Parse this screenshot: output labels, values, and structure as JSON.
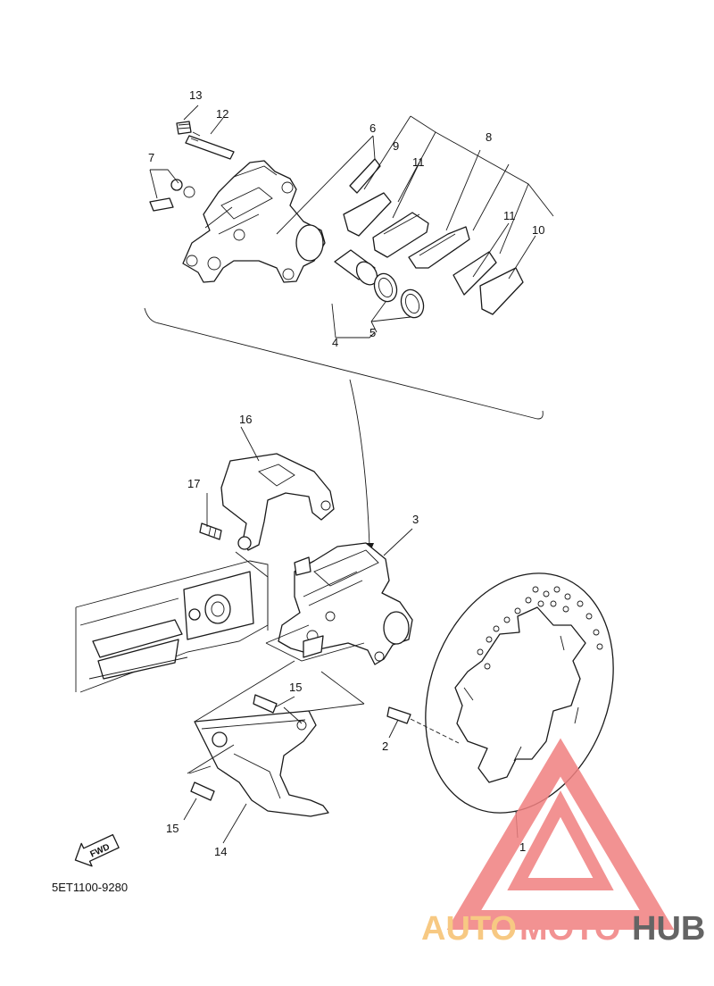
{
  "drawing_code": "5ET1100-9280",
  "fwd_label": "FWD",
  "parts": {
    "p1": "1",
    "p2": "2",
    "p3": "3",
    "p4": "4",
    "p5": "5",
    "p6": "6",
    "p7": "7",
    "p8": "8",
    "p9": "9",
    "p10": "10",
    "p11a": "11",
    "p11b": "11",
    "p12": "12",
    "p13": "13",
    "p14": "14",
    "p15a": "15",
    "p15b": "15",
    "p16": "16",
    "p17": "17"
  },
  "watermark": {
    "part1": "AUTO",
    "part2": "MOTO",
    "part3": "HUB",
    "color_light": "#f6c06e",
    "color_red": "#f08080",
    "color_dark": "#4a4a4a"
  }
}
